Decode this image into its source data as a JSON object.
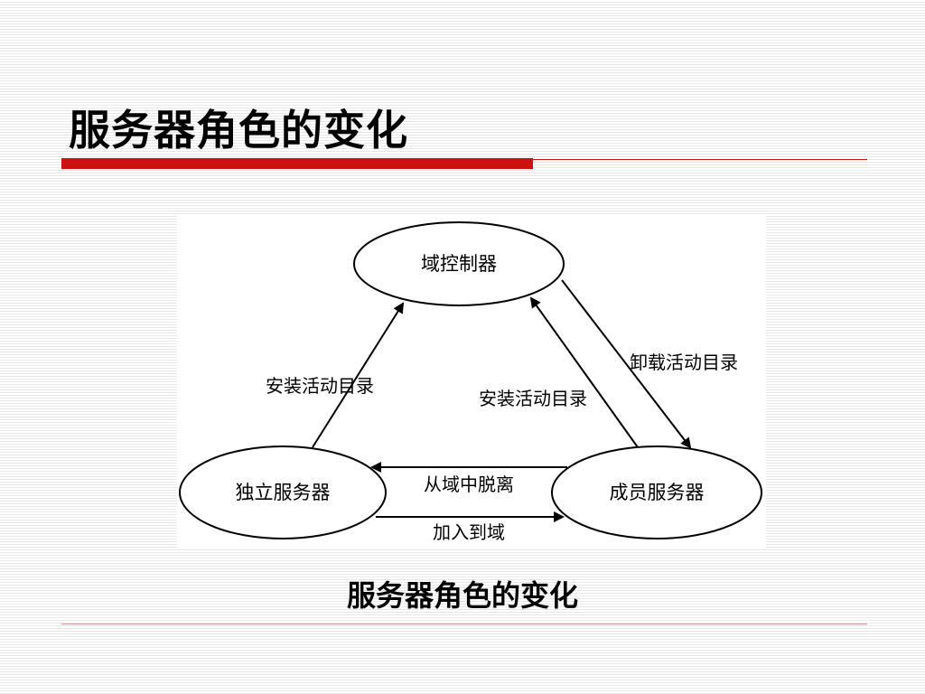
{
  "slide": {
    "title": "服务器角色的变化",
    "caption": "服务器角色的变化"
  },
  "diagram": {
    "nodes": {
      "domain_controller": "域控制器",
      "standalone_server": "独立服务器",
      "member_server": "成员服务器"
    },
    "edges": {
      "standalone_to_dc": "安装活动目录",
      "member_to_dc": "安装活动目录",
      "dc_to_member": "卸载活动目录",
      "member_to_standalone": "从域中脱离",
      "standalone_to_member": "加入到域"
    }
  },
  "colors": {
    "accent": "#cc1111",
    "stroke": "#000000",
    "stripe": "#e6e6e6"
  }
}
